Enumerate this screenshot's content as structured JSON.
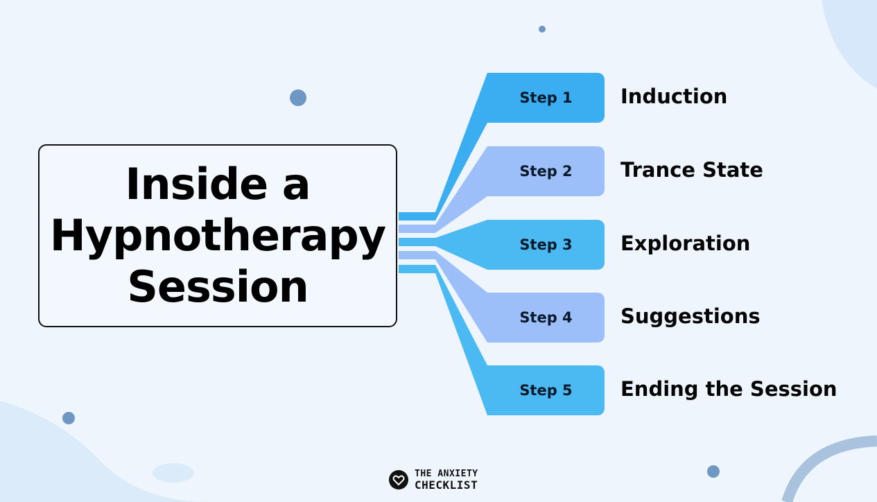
{
  "title": {
    "lines": [
      "Inside a",
      "Hypnotherapy",
      "Session"
    ]
  },
  "steps": [
    {
      "label": "Step 1",
      "name": "Induction",
      "color": "#3aaef0"
    },
    {
      "label": "Step 2",
      "name": "Trance State",
      "color": "#9dbff9"
    },
    {
      "label": "Step 3",
      "name": "Exploration",
      "color": "#4bb9f2"
    },
    {
      "label": "Step 4",
      "name": "Suggestions",
      "color": "#9dbff9"
    },
    {
      "label": "Step 5",
      "name": "Ending the Session",
      "color": "#4bb9f2"
    }
  ],
  "brand": {
    "line1": "THE ANXIETY",
    "line2": "CHECKLIST",
    "icon": "heart-icon"
  },
  "colors": {
    "background": "#eef5fc",
    "dots": "#6f97c3"
  }
}
